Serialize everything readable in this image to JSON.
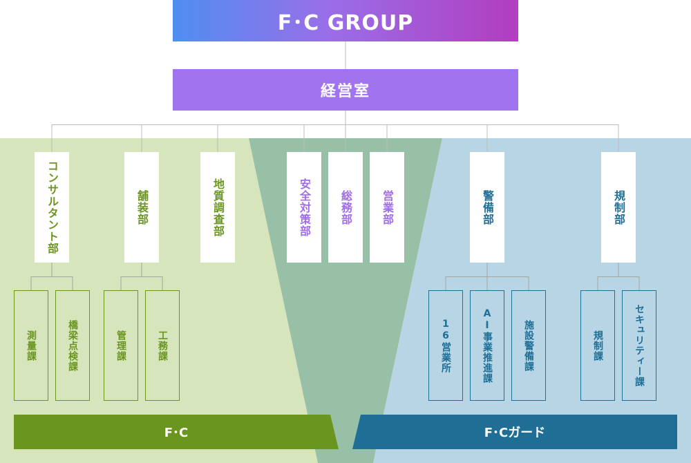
{
  "group_title": "F･C GROUP",
  "office": "経営室",
  "departments": [
    {
      "label": "コンサルタント部",
      "color": "g"
    },
    {
      "label": "舗装部",
      "color": "g"
    },
    {
      "label": "地質調査部",
      "color": "g"
    },
    {
      "label": "安全対策部",
      "color": "p"
    },
    {
      "label": "総務部",
      "color": "p"
    },
    {
      "label": "営業部",
      "color": "p"
    },
    {
      "label": "警備部",
      "color": "b"
    },
    {
      "label": "規制部",
      "color": "b"
    }
  ],
  "sections": [
    {
      "label": "測量課",
      "parent": "コンサルタント部"
    },
    {
      "label": "橋梁点検課",
      "parent": "コンサルタント部"
    },
    {
      "label": "管理課",
      "parent": "舗装部"
    },
    {
      "label": "工務課",
      "parent": "舗装部"
    },
    {
      "label": "16営業所",
      "parent": "警備部"
    },
    {
      "label": "AI事業推進課",
      "parent": "警備部"
    },
    {
      "label": "施設警備課",
      "parent": "警備部"
    },
    {
      "label": "規制課",
      "parent": "規制部"
    },
    {
      "label": "セキュリティー課",
      "parent": "規制部"
    }
  ],
  "companies": {
    "fc": "F･C",
    "guard": "F･Cガード"
  },
  "colors": {
    "green": "#6a961f",
    "purple": "#a06de8",
    "blue": "#1e6e96",
    "green_bg": "#d6e5bb",
    "mid_bg": "#98c0a6",
    "blue_bg": "#b8d5e5"
  }
}
